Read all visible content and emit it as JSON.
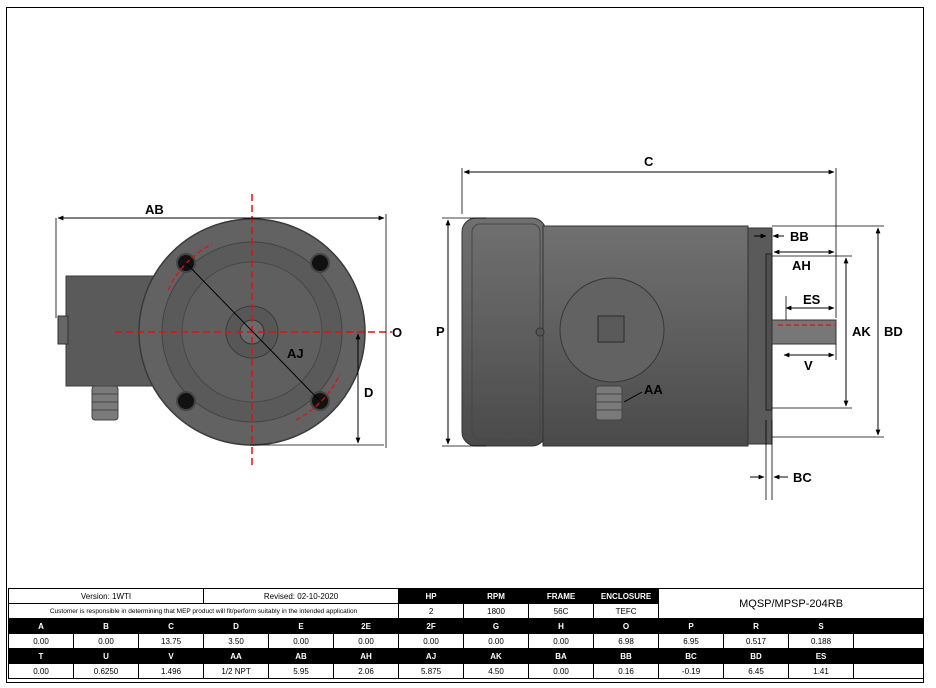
{
  "drawing": {
    "front_labels": {
      "ab": "AB",
      "aj": "AJ",
      "o": "O",
      "d": "D"
    },
    "side_labels": {
      "c": "C",
      "p": "P",
      "bb": "BB",
      "ah": "AH",
      "es": "ES",
      "ak": "AK",
      "bd": "BD",
      "v": "V",
      "aa": "AA",
      "bc": "BC"
    }
  },
  "info": {
    "version": "Version: 1WTI",
    "revised": "Revised: 02-10-2020",
    "disclaimer": "Customer is responsible in determining that MEP product will fit/perform suitably in the intended application",
    "model": "MQSP/MPSP-204RB"
  },
  "rating": {
    "headers": [
      "HP",
      "RPM",
      "FRAME",
      "ENCLOSURE"
    ],
    "values": [
      "2",
      "1800",
      "56C",
      "TEFC"
    ]
  },
  "dims1": {
    "headers": [
      "A",
      "B",
      "C",
      "D",
      "E",
      "2E",
      "2F",
      "G",
      "H",
      "O",
      "P",
      "R",
      "S"
    ],
    "values": [
      "0.00",
      "0.00",
      "13.75",
      "3.50",
      "0.00",
      "0.00",
      "0.00",
      "0.00",
      "0.00",
      "6.98",
      "6.95",
      "0.517",
      "0.188"
    ]
  },
  "dims2": {
    "headers": [
      "T",
      "U",
      "V",
      "AA",
      "AB",
      "AH",
      "AJ",
      "AK",
      "BA",
      "BB",
      "BC",
      "BD",
      "ES"
    ],
    "values": [
      "0.00",
      "0.6250",
      "1.496",
      "1/2 NPT",
      "5.95",
      "2.06",
      "5.875",
      "4.50",
      "0.00",
      "0.16",
      "-0.19",
      "6.45",
      "1.41"
    ]
  },
  "colors": {
    "motor_body": "#5f5f5f",
    "centerline": "#e01010",
    "header_bg": "#000000"
  }
}
